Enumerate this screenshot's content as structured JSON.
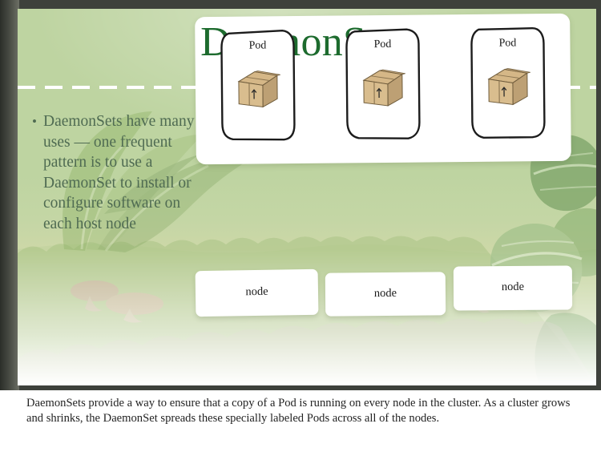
{
  "slide": {
    "title": "DaemonSets",
    "title_color": "#1d6b2e",
    "background_color": "#bed4a1",
    "bullets": [
      {
        "marker": "•",
        "text": "DaemonSets have many uses — one frequent pattern is to use a DaemonSet to install or configure software on each host node"
      }
    ],
    "diagram": {
      "pods": [
        {
          "label": "Pod",
          "icon": "cardboard-box-icon"
        },
        {
          "label": "Pod",
          "icon": "cardboard-box-icon"
        },
        {
          "label": "Pod",
          "icon": "cardboard-box-icon"
        }
      ],
      "nodes": [
        {
          "label": "node"
        },
        {
          "label": "node"
        },
        {
          "label": "node"
        }
      ]
    }
  },
  "caption": {
    "text": "DaemonSets provide a way to ensure that a copy of a Pod is running on every node in the cluster. As a cluster grows and shrinks, the DaemonSet spreads these specially labeled Pods across all of the nodes."
  }
}
